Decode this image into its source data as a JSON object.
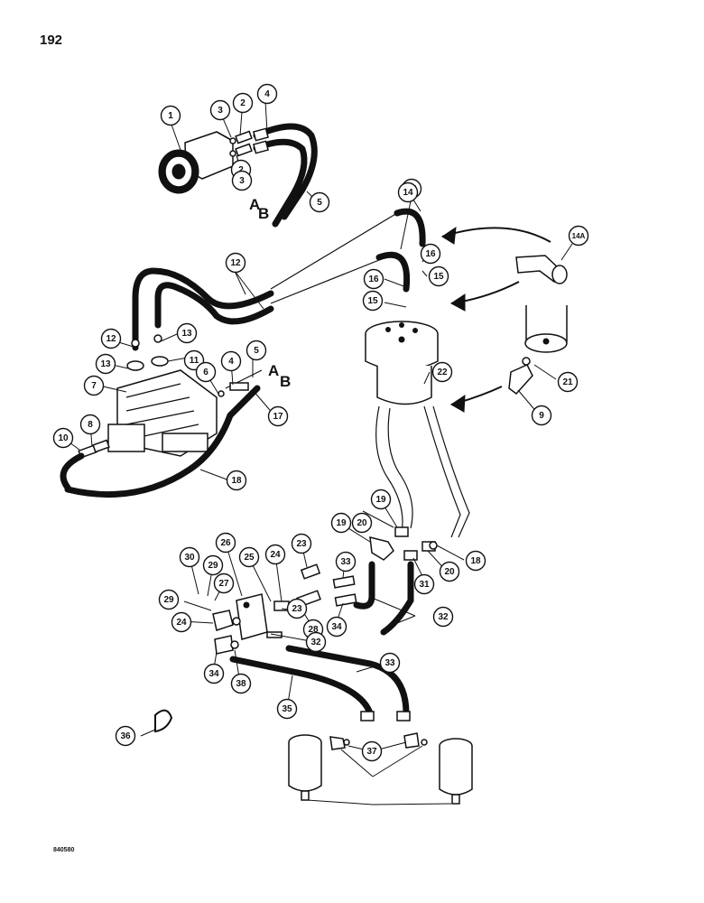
{
  "page": {
    "number": "192",
    "figure_code": "840580"
  },
  "port_labels": [
    {
      "id": "a1",
      "text": "A"
    },
    {
      "id": "b1",
      "text": "B"
    },
    {
      "id": "a2",
      "text": "A"
    },
    {
      "id": "b2",
      "text": "B"
    }
  ],
  "callouts": [
    "1",
    "2",
    "2",
    "3",
    "3",
    "4",
    "5",
    "14",
    "14A",
    "16",
    "15",
    "16",
    "15",
    "14",
    "12",
    "12",
    "13",
    "13",
    "11",
    "7",
    "6",
    "4",
    "5",
    "17",
    "22",
    "21",
    "9",
    "8",
    "10",
    "18",
    "19",
    "20",
    "18",
    "19",
    "20",
    "31",
    "30",
    "29",
    "27",
    "26",
    "25",
    "24",
    "23",
    "33",
    "32",
    "29",
    "24",
    "23",
    "28",
    "34",
    "32",
    "33",
    "34",
    "38",
    "35",
    "36",
    "37"
  ]
}
